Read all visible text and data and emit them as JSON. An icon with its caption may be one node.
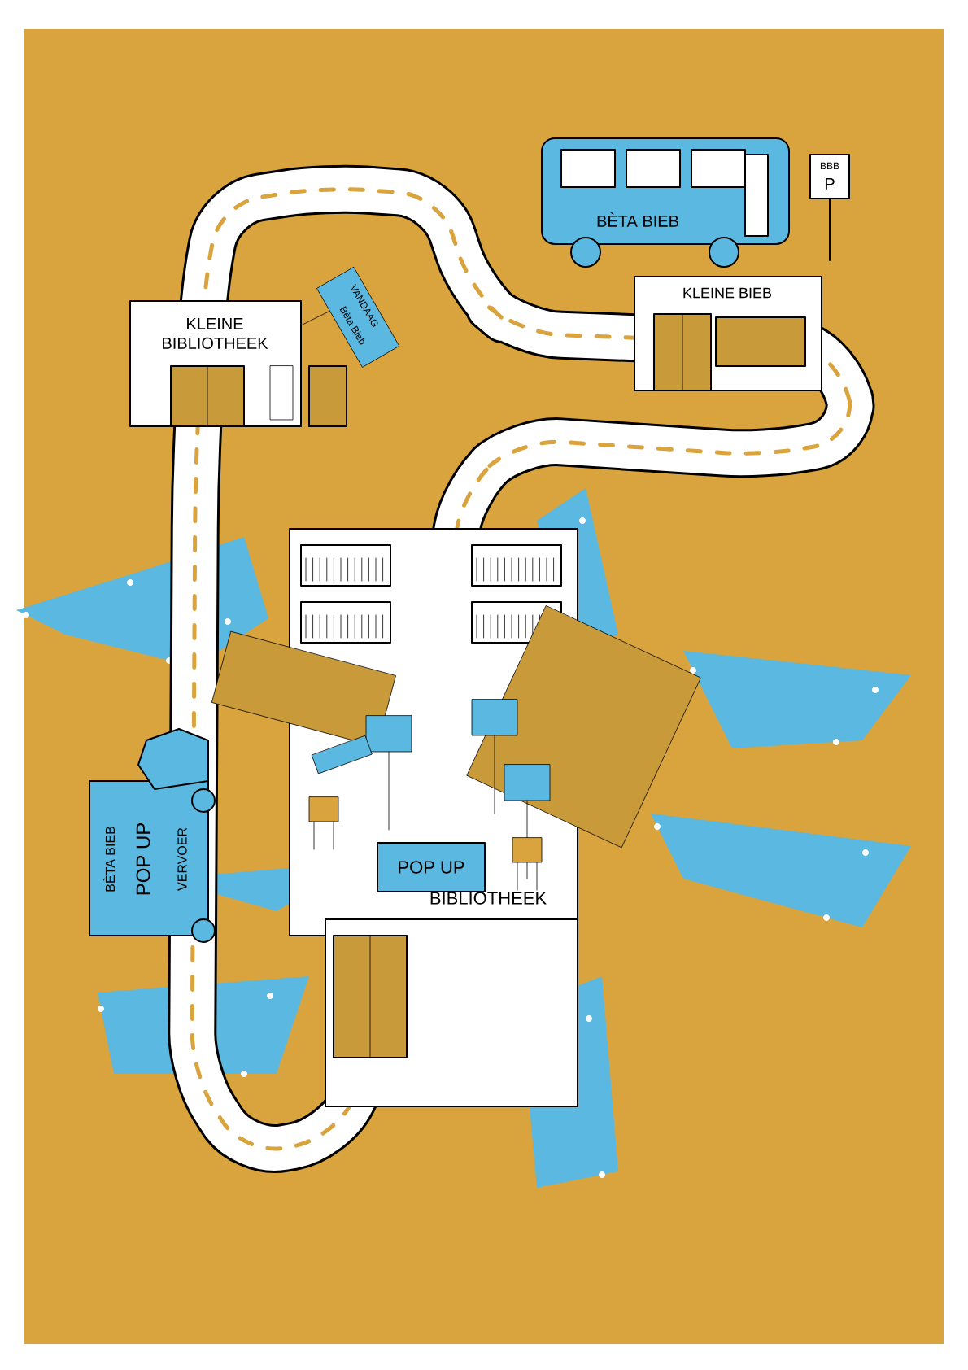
{
  "diagram": {
    "labels": [
      "BBB",
      "P",
      "BÈTA BIEB",
      "KLEINE BIEB",
      "KLEINE BIBLIOTHEEK",
      "VANDAAG",
      "Bèta Bieb",
      "POP UP",
      "BÈTA BIEB",
      "POP UP",
      "VERVOER",
      "BIBLIOTHEEK"
    ]
  }
}
